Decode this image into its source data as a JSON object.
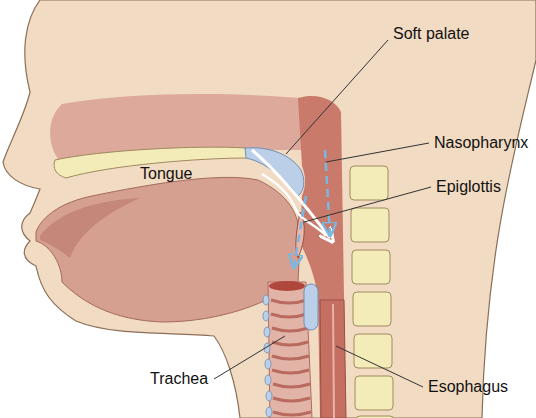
{
  "diagram": {
    "labels": [
      "Soft palate",
      "Nasopharynx",
      "Epiglottis",
      "Tongue",
      "Trachea",
      "Esophagus"
    ]
  }
}
